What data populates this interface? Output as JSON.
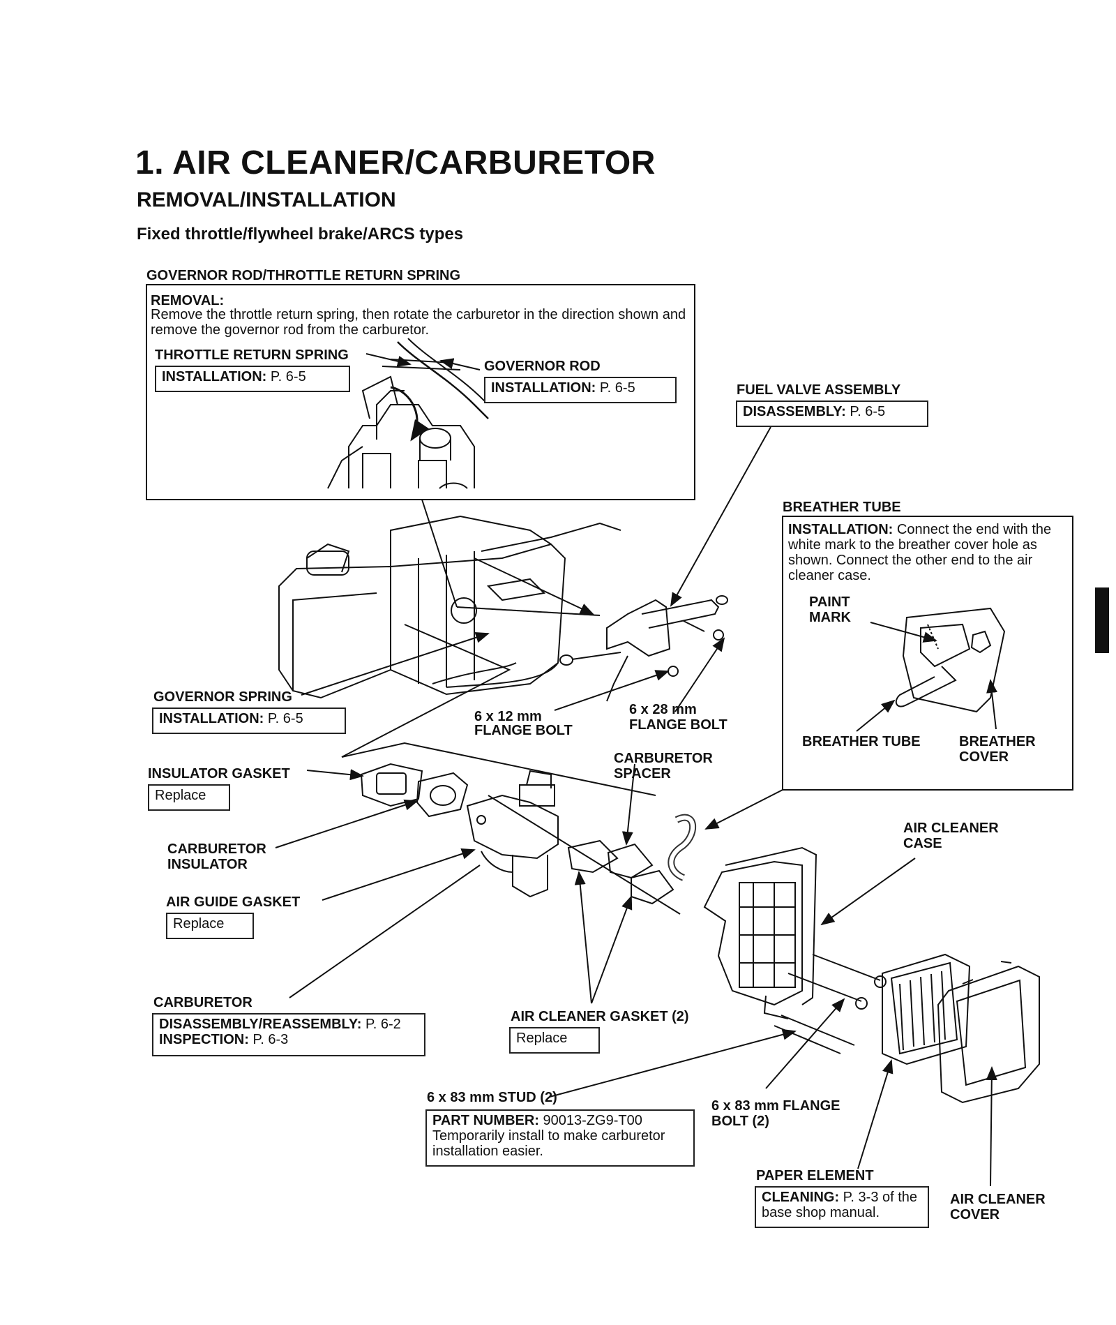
{
  "page": {
    "title": "1. AIR CLEANER/CARBURETOR",
    "subtitle": "REMOVAL/INSTALLATION",
    "variant": "Fixed throttle/flywheel brake/ARCS types"
  },
  "governor_section": {
    "header": "GOVERNOR ROD/THROTTLE RETURN SPRING",
    "removal_label": "REMOVAL:",
    "removal_text": "Remove the throttle return spring, then rotate the carburetor in the direction shown and remove the governor rod from the carburetor.",
    "throttle_spring_label": "THROTTLE RETURN SPRING",
    "throttle_spring_key": "INSTALLATION:",
    "throttle_spring_value": "P. 6-5",
    "governor_rod_label": "GOVERNOR ROD",
    "governor_rod_key": "INSTALLATION:",
    "governor_rod_value": "P. 6-5"
  },
  "fuel_valve": {
    "label": "FUEL VALVE ASSEMBLY",
    "key": "DISASSEMBLY:",
    "value": "P. 6-5"
  },
  "breather": {
    "header": "BREATHER TUBE",
    "key": "INSTALLATION:",
    "text": "Connect the end with the white mark to the breather cover hole as shown. Connect the other end to the air cleaner case.",
    "paint_mark_line1": "PAINT",
    "paint_mark_line2": "MARK",
    "tube_label": "BREATHER TUBE",
    "cover_line1": "BREATHER",
    "cover_line2": "COVER"
  },
  "governor_spring": {
    "label": "GOVERNOR SPRING",
    "key": "INSTALLATION:",
    "value": "P. 6-5"
  },
  "bolt_6x12": {
    "line1": "6 x 12 mm",
    "line2": "FLANGE BOLT"
  },
  "bolt_6x28": {
    "line1": "6 x 28 mm",
    "line2": "FLANGE BOLT"
  },
  "insulator_gasket": {
    "label": "INSULATOR GASKET",
    "note": "Replace"
  },
  "carburetor_spacer": {
    "line1": "CARBURETOR",
    "line2": "SPACER"
  },
  "carburetor_insulator": {
    "line1": "CARBURETOR",
    "line2": "INSULATOR"
  },
  "air_guide_gasket": {
    "label": "AIR GUIDE GASKET",
    "note": "Replace"
  },
  "air_cleaner_case": {
    "line1": "AIR CLEANER",
    "line2": "CASE"
  },
  "carburetor": {
    "label": "CARBURETOR",
    "key1": "DISASSEMBLY/REASSEMBLY:",
    "value1": "P. 6-2",
    "key2": "INSPECTION:",
    "value2": "P. 6-3"
  },
  "air_cleaner_gasket": {
    "label": "AIR CLEANER GASKET (2)",
    "note": "Replace"
  },
  "stud": {
    "label": "6 x 83 mm STUD (2)",
    "key": "PART NUMBER:",
    "value": "90013-ZG9-T00",
    "text": "Temporarily install to make carburetor installation easier."
  },
  "flange_bolt_83": {
    "line1": "6 x 83 mm FLANGE",
    "line2": "BOLT (2)"
  },
  "paper_element": {
    "label": "PAPER ELEMENT",
    "key": "CLEANING:",
    "text": "P. 3-3 of the base shop manual."
  },
  "air_cleaner_cover": {
    "line1": "AIR CLEANER",
    "line2": "COVER"
  }
}
